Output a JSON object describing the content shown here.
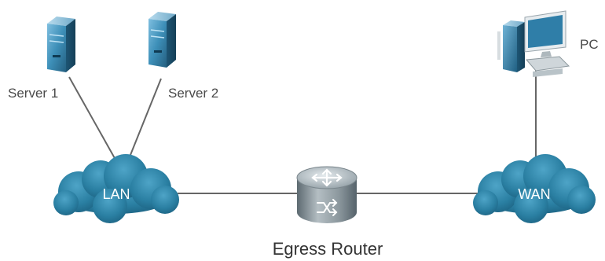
{
  "nodes": {
    "server1": {
      "label": "Server 1",
      "icon": "server-icon"
    },
    "server2": {
      "label": "Server 2",
      "icon": "server-icon"
    },
    "pc": {
      "label": "PC",
      "icon": "desktop-computer-icon"
    },
    "lan": {
      "label": "LAN",
      "icon": "cloud-icon"
    },
    "wan": {
      "label": "WAN",
      "icon": "cloud-icon"
    },
    "router": {
      "label": "Egress Router",
      "icon": "router-icon"
    }
  },
  "links": [
    {
      "from": "server1",
      "to": "lan"
    },
    {
      "from": "server2",
      "to": "lan"
    },
    {
      "from": "lan",
      "to": "router"
    },
    {
      "from": "router",
      "to": "wan"
    },
    {
      "from": "wan",
      "to": "pc"
    }
  ],
  "colors": {
    "cloud": "#2a7fa2",
    "link": "#666666",
    "server_front": "#3d8fb8",
    "server_side": "#1f5f82",
    "router_body": "#7f8c93"
  }
}
